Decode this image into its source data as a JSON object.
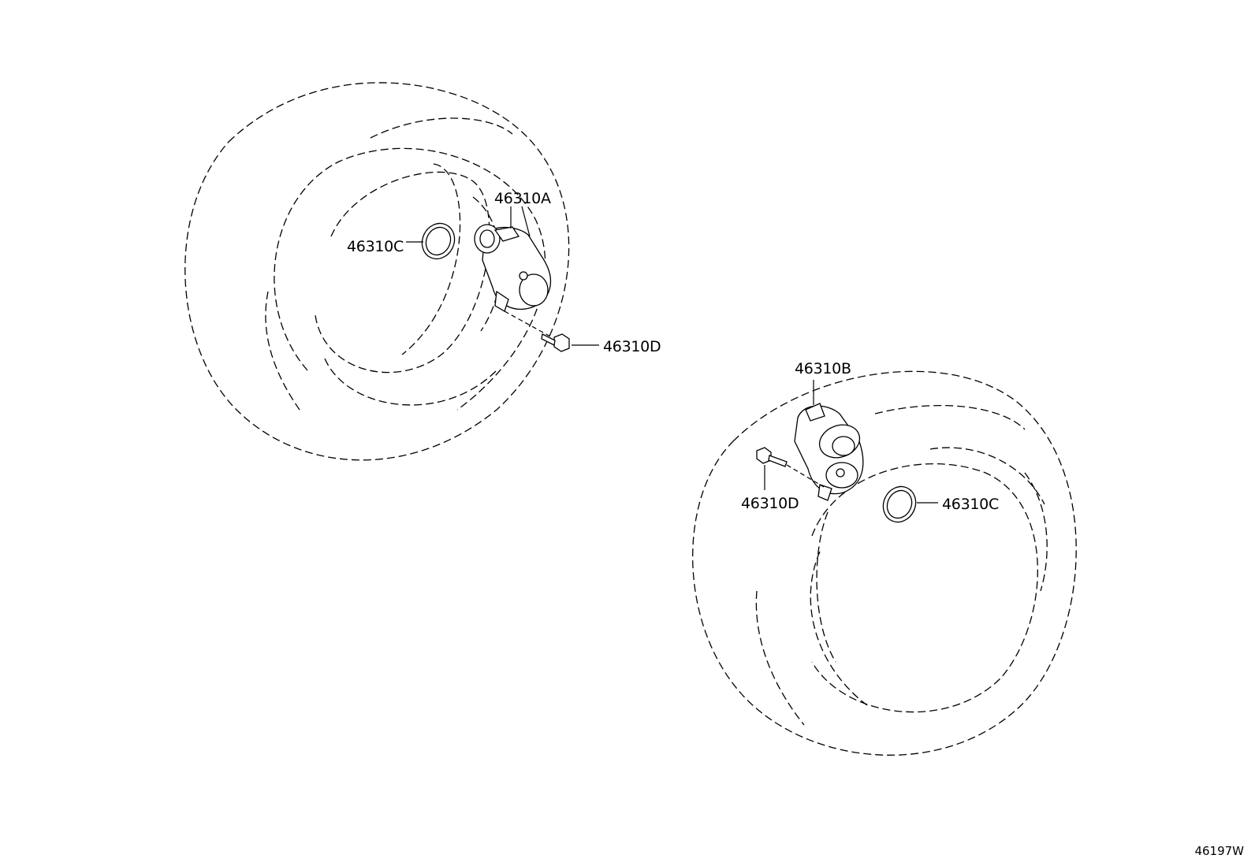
{
  "callouts": {
    "upper_motor": "46310A",
    "upper_cover": "46310C",
    "upper_bolt": "46310D",
    "lower_motor": "46310B",
    "lower_bolt": "46310D",
    "lower_cover": "46310C"
  },
  "figure_number": "46197W"
}
